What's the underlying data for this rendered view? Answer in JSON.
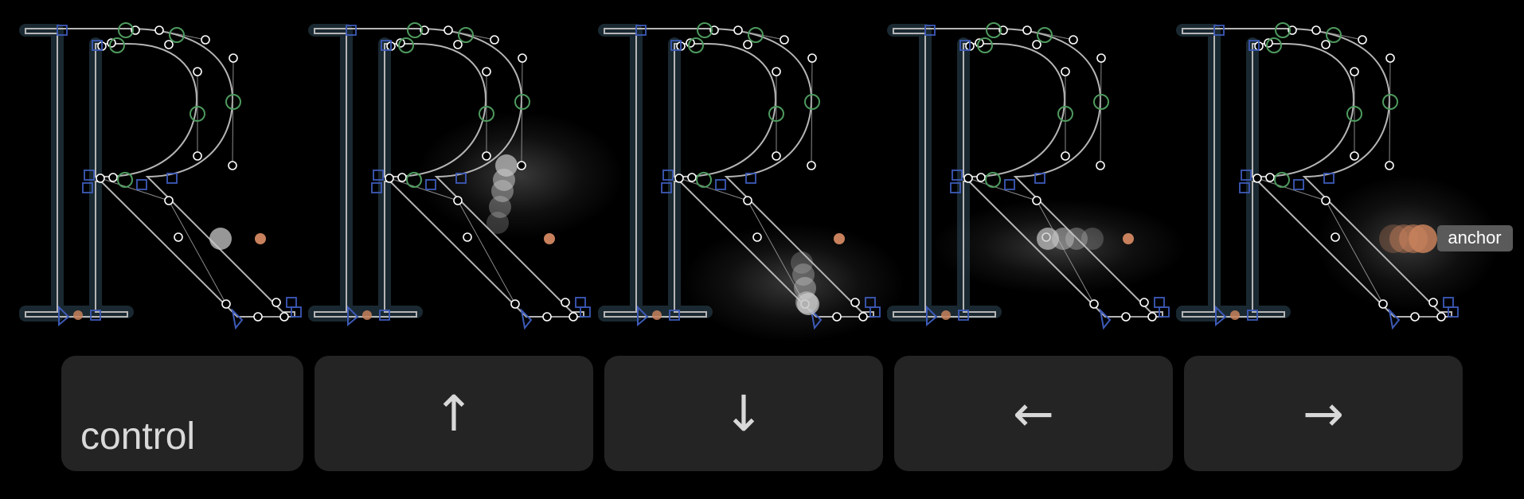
{
  "keyboard": {
    "keys": [
      {
        "id": "control",
        "label": "control"
      },
      {
        "id": "up",
        "glyph": "↑"
      },
      {
        "id": "down",
        "glyph": "↓"
      },
      {
        "id": "left",
        "glyph": "←"
      },
      {
        "id": "right",
        "glyph": "→"
      }
    ]
  },
  "tooltip": {
    "label": "anchor"
  },
  "colors": {
    "background": "#000000",
    "outline": "#b5b5b5",
    "glow": "#2f4a5a",
    "handle_node": "#ffffff",
    "smooth_node": "#4e9a5e",
    "corner_node": "#3d5ab8",
    "anchor_point": "#c8815c",
    "key_fill": "#242424",
    "tooltip_fill": "#5a5a5a"
  },
  "glyph_letter": "R",
  "glyph_panels": [
    {
      "id": "panel-1",
      "motion": "none"
    },
    {
      "id": "panel-2",
      "motion": "up"
    },
    {
      "id": "panel-3",
      "motion": "down"
    },
    {
      "id": "panel-4",
      "motion": "left"
    },
    {
      "id": "panel-5",
      "motion": "right"
    }
  ]
}
